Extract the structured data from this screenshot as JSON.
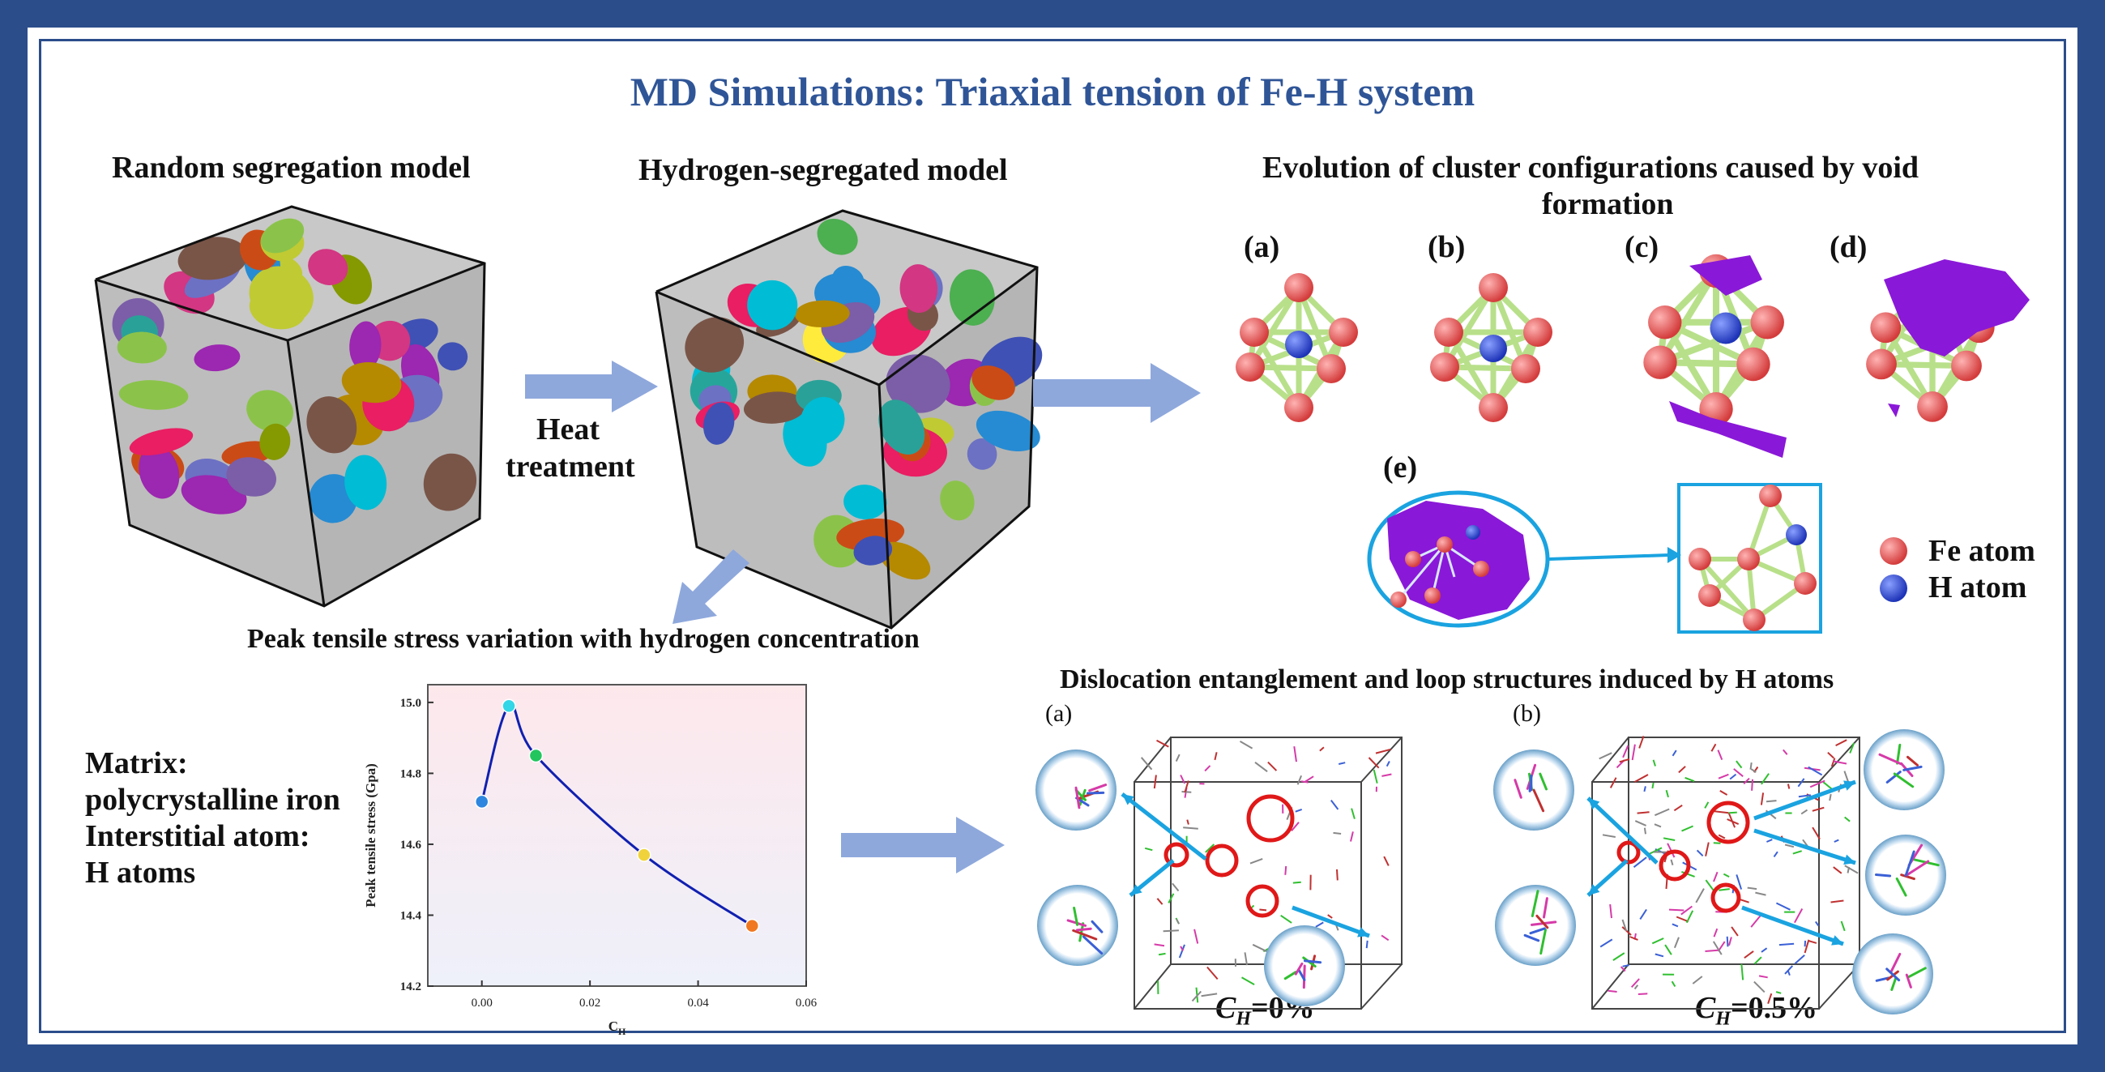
{
  "title": "MD Simulations: Triaxial tension of Fe-H system",
  "models": {
    "random": "Random segregation model",
    "segregated": "Hydrogen-segregated model",
    "process": [
      "Heat",
      "treatment"
    ]
  },
  "cluster": {
    "title_line1": "Evolution of cluster configurations caused by void",
    "title_line2": "formation",
    "panels": [
      "(a)",
      "(b)",
      "(c)",
      "(d)",
      "(e)"
    ],
    "legend": {
      "fe": "Fe atom",
      "h": "H  atom"
    },
    "colors": {
      "fe": "#e65a5a",
      "h": "#3050d0",
      "bond": "#b8e08a",
      "void": "#8a18d8"
    }
  },
  "matrix": {
    "lines": [
      "Matrix:",
      "polycrystalline iron",
      "Interstitial atom:",
      "H atoms"
    ]
  },
  "chart_title": "Peak tensile stress variation with hydrogen concentration",
  "chart_data": {
    "type": "line",
    "title": "Peak tensile stress variation with hydrogen concentration",
    "xlabel": "C",
    "xlabel_sub": "H",
    "ylabel": "Peak tensile stress (Gpa)",
    "xlim": [
      -0.01,
      0.06
    ],
    "ylim": [
      14.2,
      15.05
    ],
    "xticks": [
      "0.00",
      "0.02",
      "0.04",
      "0.06"
    ],
    "yticks": [
      "14.2",
      "14.4",
      "14.6",
      "14.8",
      "15.0"
    ],
    "x": [
      0.0,
      0.005,
      0.01,
      0.03,
      0.05
    ],
    "y": [
      14.72,
      14.99,
      14.85,
      14.57,
      14.37
    ],
    "marker_colors": [
      "#2e86de",
      "#33d6e6",
      "#22c55e",
      "#f0d33c",
      "#f07820"
    ],
    "line_color": "#1020b0"
  },
  "dislocation": {
    "title": "Dislocation entanglement and loop structures induced by H atoms",
    "panels": [
      "(a)",
      "(b)"
    ],
    "caption_a": {
      "c": "C",
      "sub": "H",
      "val": "=0%"
    },
    "caption_b": {
      "c": "C",
      "sub": "H",
      "val": "=0.5%"
    }
  }
}
